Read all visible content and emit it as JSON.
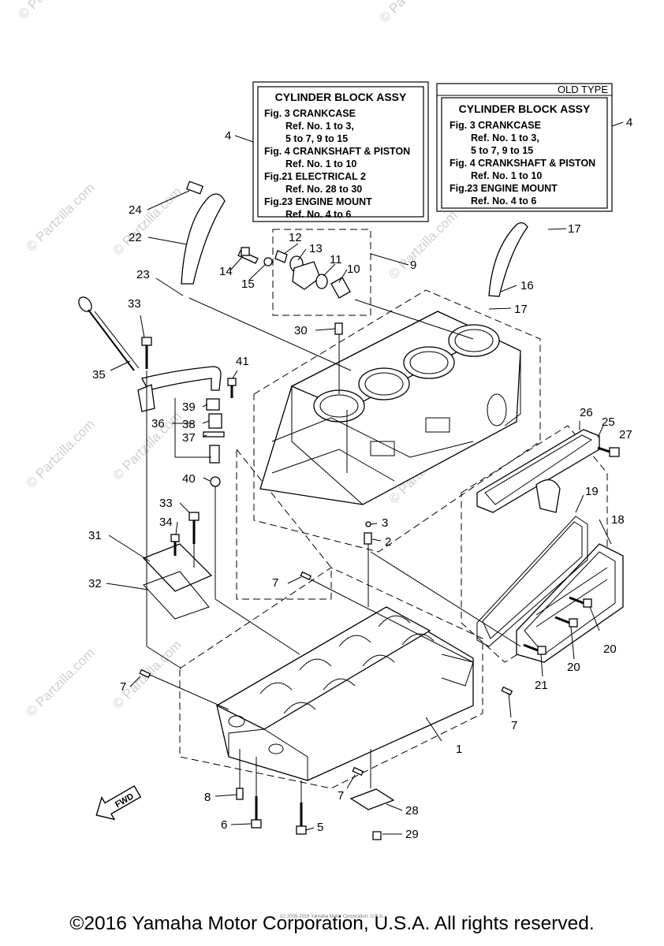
{
  "watermark": {
    "top": "© Pa",
    "side": "© Partzilla.com"
  },
  "info_box_new": {
    "title": "CYLINDER BLOCK ASSY",
    "lines": [
      "Fig.  3 CRANKCASE",
      "Ref. No. 1 to 3,",
      "5 to 7, 9 to 15",
      "Fig.  4 CRANKSHAFT & PISTON",
      "Ref. No. 1 to 10",
      "Fig.21 ELECTRICAL 2",
      "Ref. No. 28 to 30",
      "Fig.23 ENGINE MOUNT",
      "Ref. No. 4 to 6"
    ]
  },
  "info_box_old": {
    "tag": "OLD TYPE",
    "title": "CYLINDER BLOCK ASSY",
    "lines": [
      "Fig.  3 CRANKCASE",
      "Ref. No. 1 to 3,",
      "5 to 7, 9 to 15",
      "Fig.  4 CRANKSHAFT & PISTON",
      "Ref. No. 1 to 10",
      "Fig.23 ENGINE MOUNT",
      "Ref. No. 4 to 6"
    ]
  },
  "fwd_label": "FWD",
  "callouts": {
    "c1": "1",
    "c2": "2",
    "c3": "3",
    "c4a": "4",
    "c4b": "4",
    "c5": "5",
    "c6": "6",
    "c7a": "7",
    "c7b": "7",
    "c7c": "7",
    "c7d": "7",
    "c8": "8",
    "c9": "9",
    "c10": "10",
    "c11": "11",
    "c12": "12",
    "c13": "13",
    "c14": "14",
    "c15": "15",
    "c16": "16",
    "c17a": "17",
    "c17b": "17",
    "c18": "18",
    "c19": "19",
    "c20a": "20",
    "c20b": "20",
    "c21": "21",
    "c22": "22",
    "c23": "23",
    "c24": "24",
    "c25": "25",
    "c26": "26",
    "c27": "27",
    "c28": "28",
    "c29": "29",
    "c30": "30",
    "c31": "31",
    "c32": "32",
    "c33a": "33",
    "c33b": "33",
    "c34": "34",
    "c35": "35",
    "c36": "36",
    "c37": "37",
    "c38": "38",
    "c39": "39",
    "c40": "40",
    "c41": "41"
  },
  "footer": {
    "small": "(c) 2005-2016 Yamaha Motor Corporation, U.S.A.",
    "copyright": "©2016 Yamaha Motor Corporation, U.S.A. All rights reserved."
  }
}
